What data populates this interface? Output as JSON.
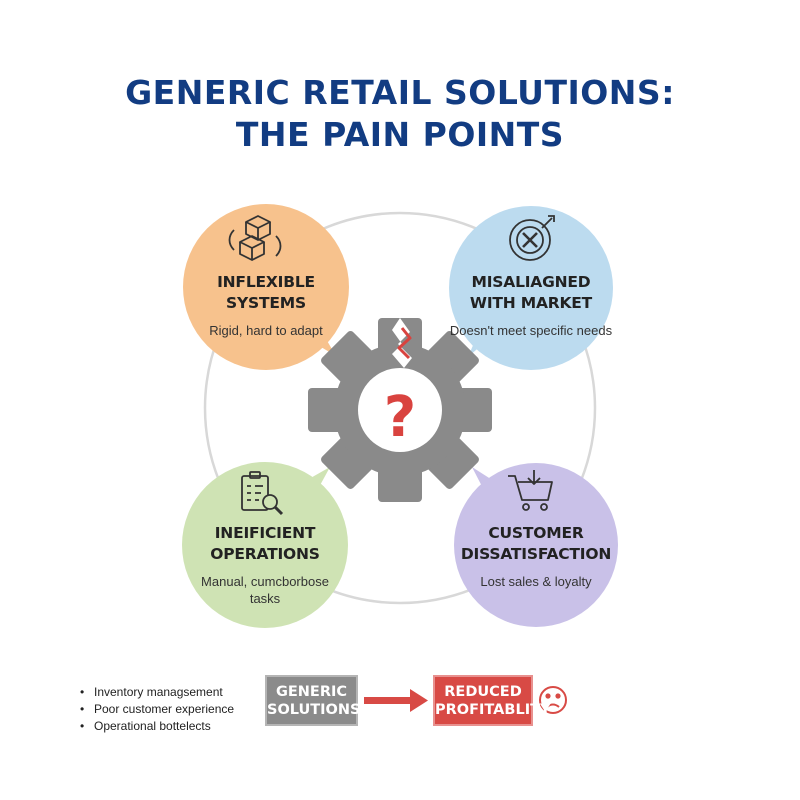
{
  "title": {
    "line1": "GENERIC RETAIL SOLUTIONS:",
    "line2": "THE PAIN POINTS"
  },
  "center": {
    "symbol": "?",
    "icon": "broken-gear-icon"
  },
  "pain_points": [
    {
      "title_line1": "INFLEXIBLE",
      "title_line2": "SYSTEMS",
      "subtitle_line1": "Rigid, hard to adapt",
      "subtitle_line2": "",
      "icon": "stacked-boxes-icon",
      "color": "#f7c28d"
    },
    {
      "title_line1": "MISALIAGNED",
      "title_line2": "WITH MARKET",
      "subtitle_line1": "Doesn't meet specific needs",
      "subtitle_line2": "",
      "icon": "missed-target-icon",
      "color": "#bcdbef"
    },
    {
      "title_line1": "INEIFICIENT",
      "title_line2": "OPERATIONS",
      "subtitle_line1": "Manual, cumcborbose",
      "subtitle_line2": "tasks",
      "icon": "clipboard-search-icon",
      "color": "#cfe3b4"
    },
    {
      "title_line1": "CUSTOMER",
      "title_line2": "DISSATISFACTION",
      "subtitle_line1": "Lost sales & loyalty",
      "subtitle_line2": "",
      "icon": "shopping-cart-icon",
      "color": "#c9c1e8"
    }
  ],
  "bullets": [
    "Inventory managsement",
    "Poor customer experience",
    "Operational bottelects"
  ],
  "flow": {
    "generic_line1": "GENERIC",
    "generic_line2": "SOLUTIONS",
    "result_line1": "REDUCED",
    "result_line2": "PROFITABLITY",
    "result_icon": "sad-face-icon"
  },
  "colors": {
    "title": "#123c82",
    "gear": "#8a8a8a",
    "question": "#d9433f",
    "arrow": "#d84a45"
  }
}
